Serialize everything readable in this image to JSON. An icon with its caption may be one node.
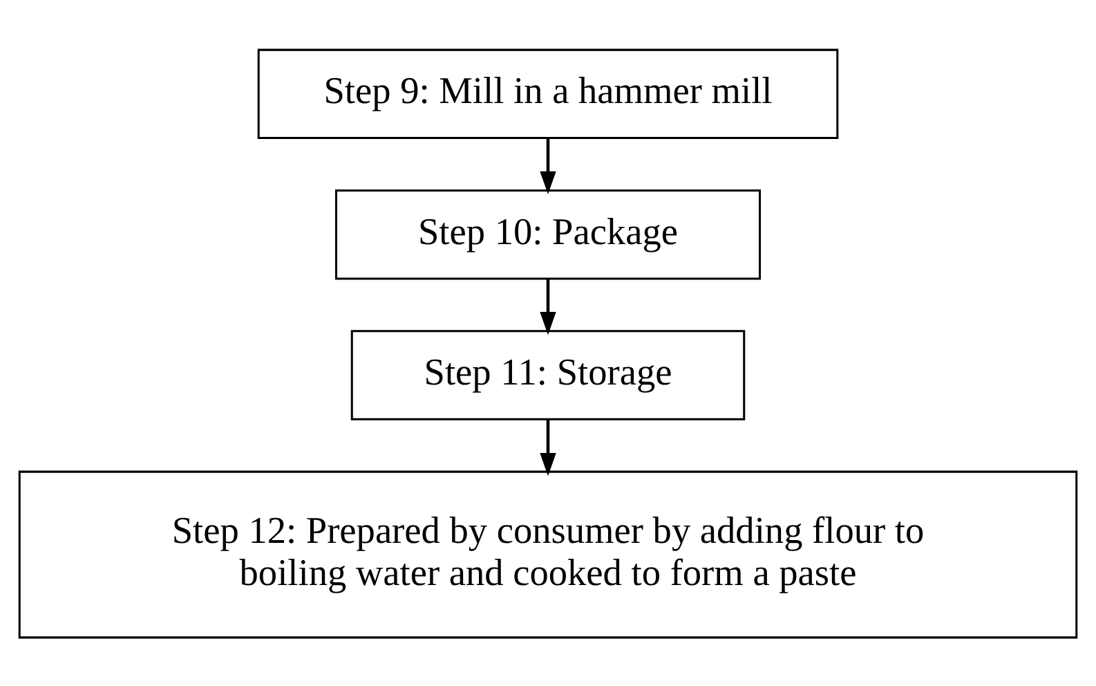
{
  "diagram": {
    "nodes": [
      {
        "text": [
          "Step 9: Mill in a hammer mill"
        ]
      },
      {
        "text": [
          "Step 10: Package"
        ]
      },
      {
        "text": [
          "Step 11: Storage"
        ]
      },
      {
        "text": [
          "Step 12: Prepared by consumer by adding flour to boiling water and cooked to form a paste"
        ]
      }
    ],
    "edges": [
      {
        "from": 0,
        "to": 1,
        "arrow": "to"
      },
      {
        "from": 1,
        "to": 2,
        "arrow": "to"
      },
      {
        "from": 2,
        "to": 3,
        "arrow": "to"
      }
    ]
  }
}
